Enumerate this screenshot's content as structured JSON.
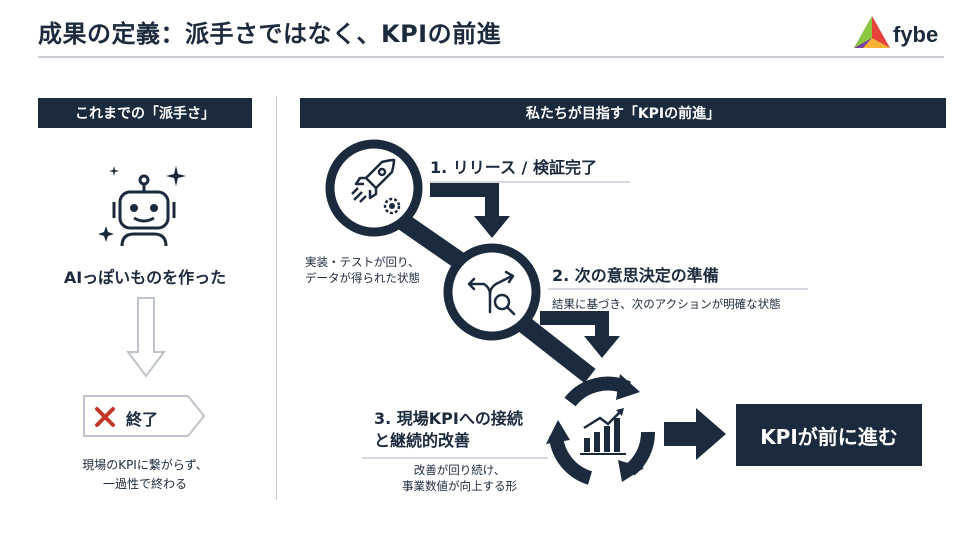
{
  "header": {
    "title": "成果の定義：派手さではなく、KPIの前進",
    "logo_text": "fybe"
  },
  "left_panel": {
    "heading": "これまでの「派手さ」",
    "robot_caption": "AIっぽいものを作った",
    "end_label": "終了",
    "note_line1": "現場のKPIに繋がらず、",
    "note_line2": "一過性で終わる"
  },
  "right_panel": {
    "heading": "私たちが目指す「KPIの前進」",
    "step1": {
      "title": "1. リリース / 検証完了",
      "note_line1": "実装・テストが回り、",
      "note_line2": "データが得られた状態",
      "icon": "rocket-gear-icon"
    },
    "step2": {
      "title": "2. 次の意思決定の準備",
      "note": "結果に基づき、次のアクションが明確な状態",
      "icon": "branch-search-icon"
    },
    "step3": {
      "title_line1": "3. 現場KPIへの接続",
      "title_line2": "と継続的改善",
      "note_line1": "改善が回り続け、",
      "note_line2": "事業数値が向上する形",
      "icon": "cycle-chart-icon"
    },
    "result_label": "KPIが前に進む"
  },
  "colors": {
    "navy": "#1b2a3d",
    "divider": "#c7ccd3",
    "cross_red": "#c0392b"
  }
}
